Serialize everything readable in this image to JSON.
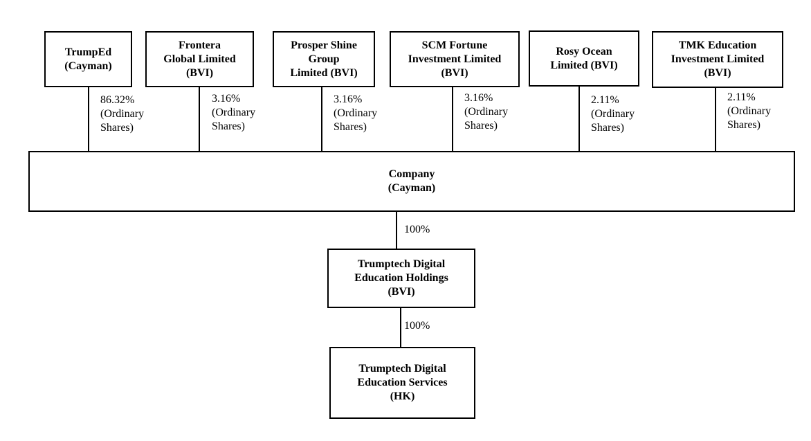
{
  "shareholders": [
    {
      "name_lines": [
        "TrumpEd",
        "(Cayman)"
      ],
      "stake_lines": [
        "86.32%",
        "(Ordinary",
        "Shares)"
      ]
    },
    {
      "name_lines": [
        "Frontera",
        "Global Limited",
        "(BVI)"
      ],
      "stake_lines": [
        "3.16%",
        "(Ordinary",
        "Shares)"
      ]
    },
    {
      "name_lines": [
        "Prosper Shine",
        "Group",
        "Limited (BVI)"
      ],
      "stake_lines": [
        "3.16%",
        "(Ordinary",
        "Shares)"
      ]
    },
    {
      "name_lines": [
        "SCM Fortune",
        "Investment Limited",
        "(BVI)"
      ],
      "stake_lines": [
        "3.16%",
        "(Ordinary",
        "Shares)"
      ]
    },
    {
      "name_lines": [
        "Rosy Ocean",
        "Limited (BVI)"
      ],
      "stake_lines": [
        "2.11%",
        "(Ordinary",
        "Shares)"
      ]
    },
    {
      "name_lines": [
        "TMK Education",
        "Investment Limited",
        "(BVI)"
      ],
      "stake_lines": [
        "2.11%",
        "(Ordinary",
        "Shares)"
      ]
    }
  ],
  "company": {
    "name_lines": [
      "Company",
      "(Cayman)"
    ]
  },
  "subsidiary_bvi": {
    "name_lines": [
      "Trumptech Digital",
      "Education Holdings",
      "(BVI)"
    ],
    "stake": "100%"
  },
  "subsidiary_hk": {
    "name_lines": [
      "Trumptech Digital",
      "Education Services",
      "(HK)"
    ],
    "stake": "100%"
  }
}
